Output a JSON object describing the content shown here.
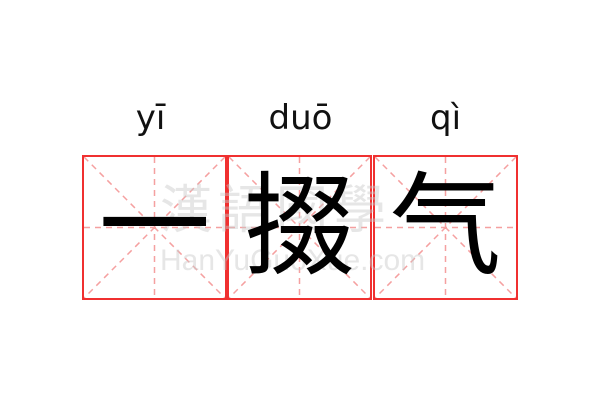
{
  "characters": [
    {
      "pinyin": "yī",
      "hanzi": "一"
    },
    {
      "pinyin": "duō",
      "hanzi": "掇"
    },
    {
      "pinyin": "qì",
      "hanzi": "气"
    }
  ],
  "watermark": {
    "chinese": "漢語國學",
    "site": "HanYuGuoXue.com"
  },
  "colors": {
    "border": "#f03030",
    "guide": "#f5a0a0"
  }
}
